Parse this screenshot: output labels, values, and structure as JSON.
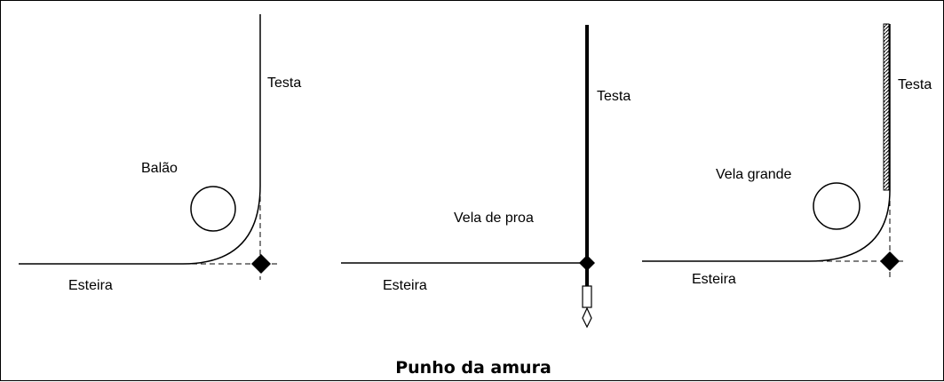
{
  "caption": "Punho da amura",
  "panels": [
    {
      "sail": "Balão",
      "luff_label": "Testa",
      "foot_label": "Esteira"
    },
    {
      "sail": "Vela de proa",
      "luff_label": "Testa",
      "foot_label": "Esteira"
    },
    {
      "sail": "Vela grande",
      "luff_label": "Testa",
      "foot_label": "Esteira"
    }
  ]
}
